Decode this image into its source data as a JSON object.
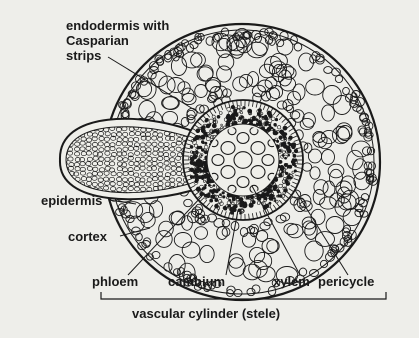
{
  "labels": {
    "endodermis_line1": "endodermis with",
    "endodermis_line2": "Casparian",
    "endodermis_line3": "strips",
    "epidermis": "epidermis",
    "cortex": "cortex",
    "phloem": "phloem",
    "cambium": "cambium",
    "xylem": "xylem",
    "pericycle": "pericycle",
    "vascular_cylinder": "vascular cylinder (stele)"
  }
}
